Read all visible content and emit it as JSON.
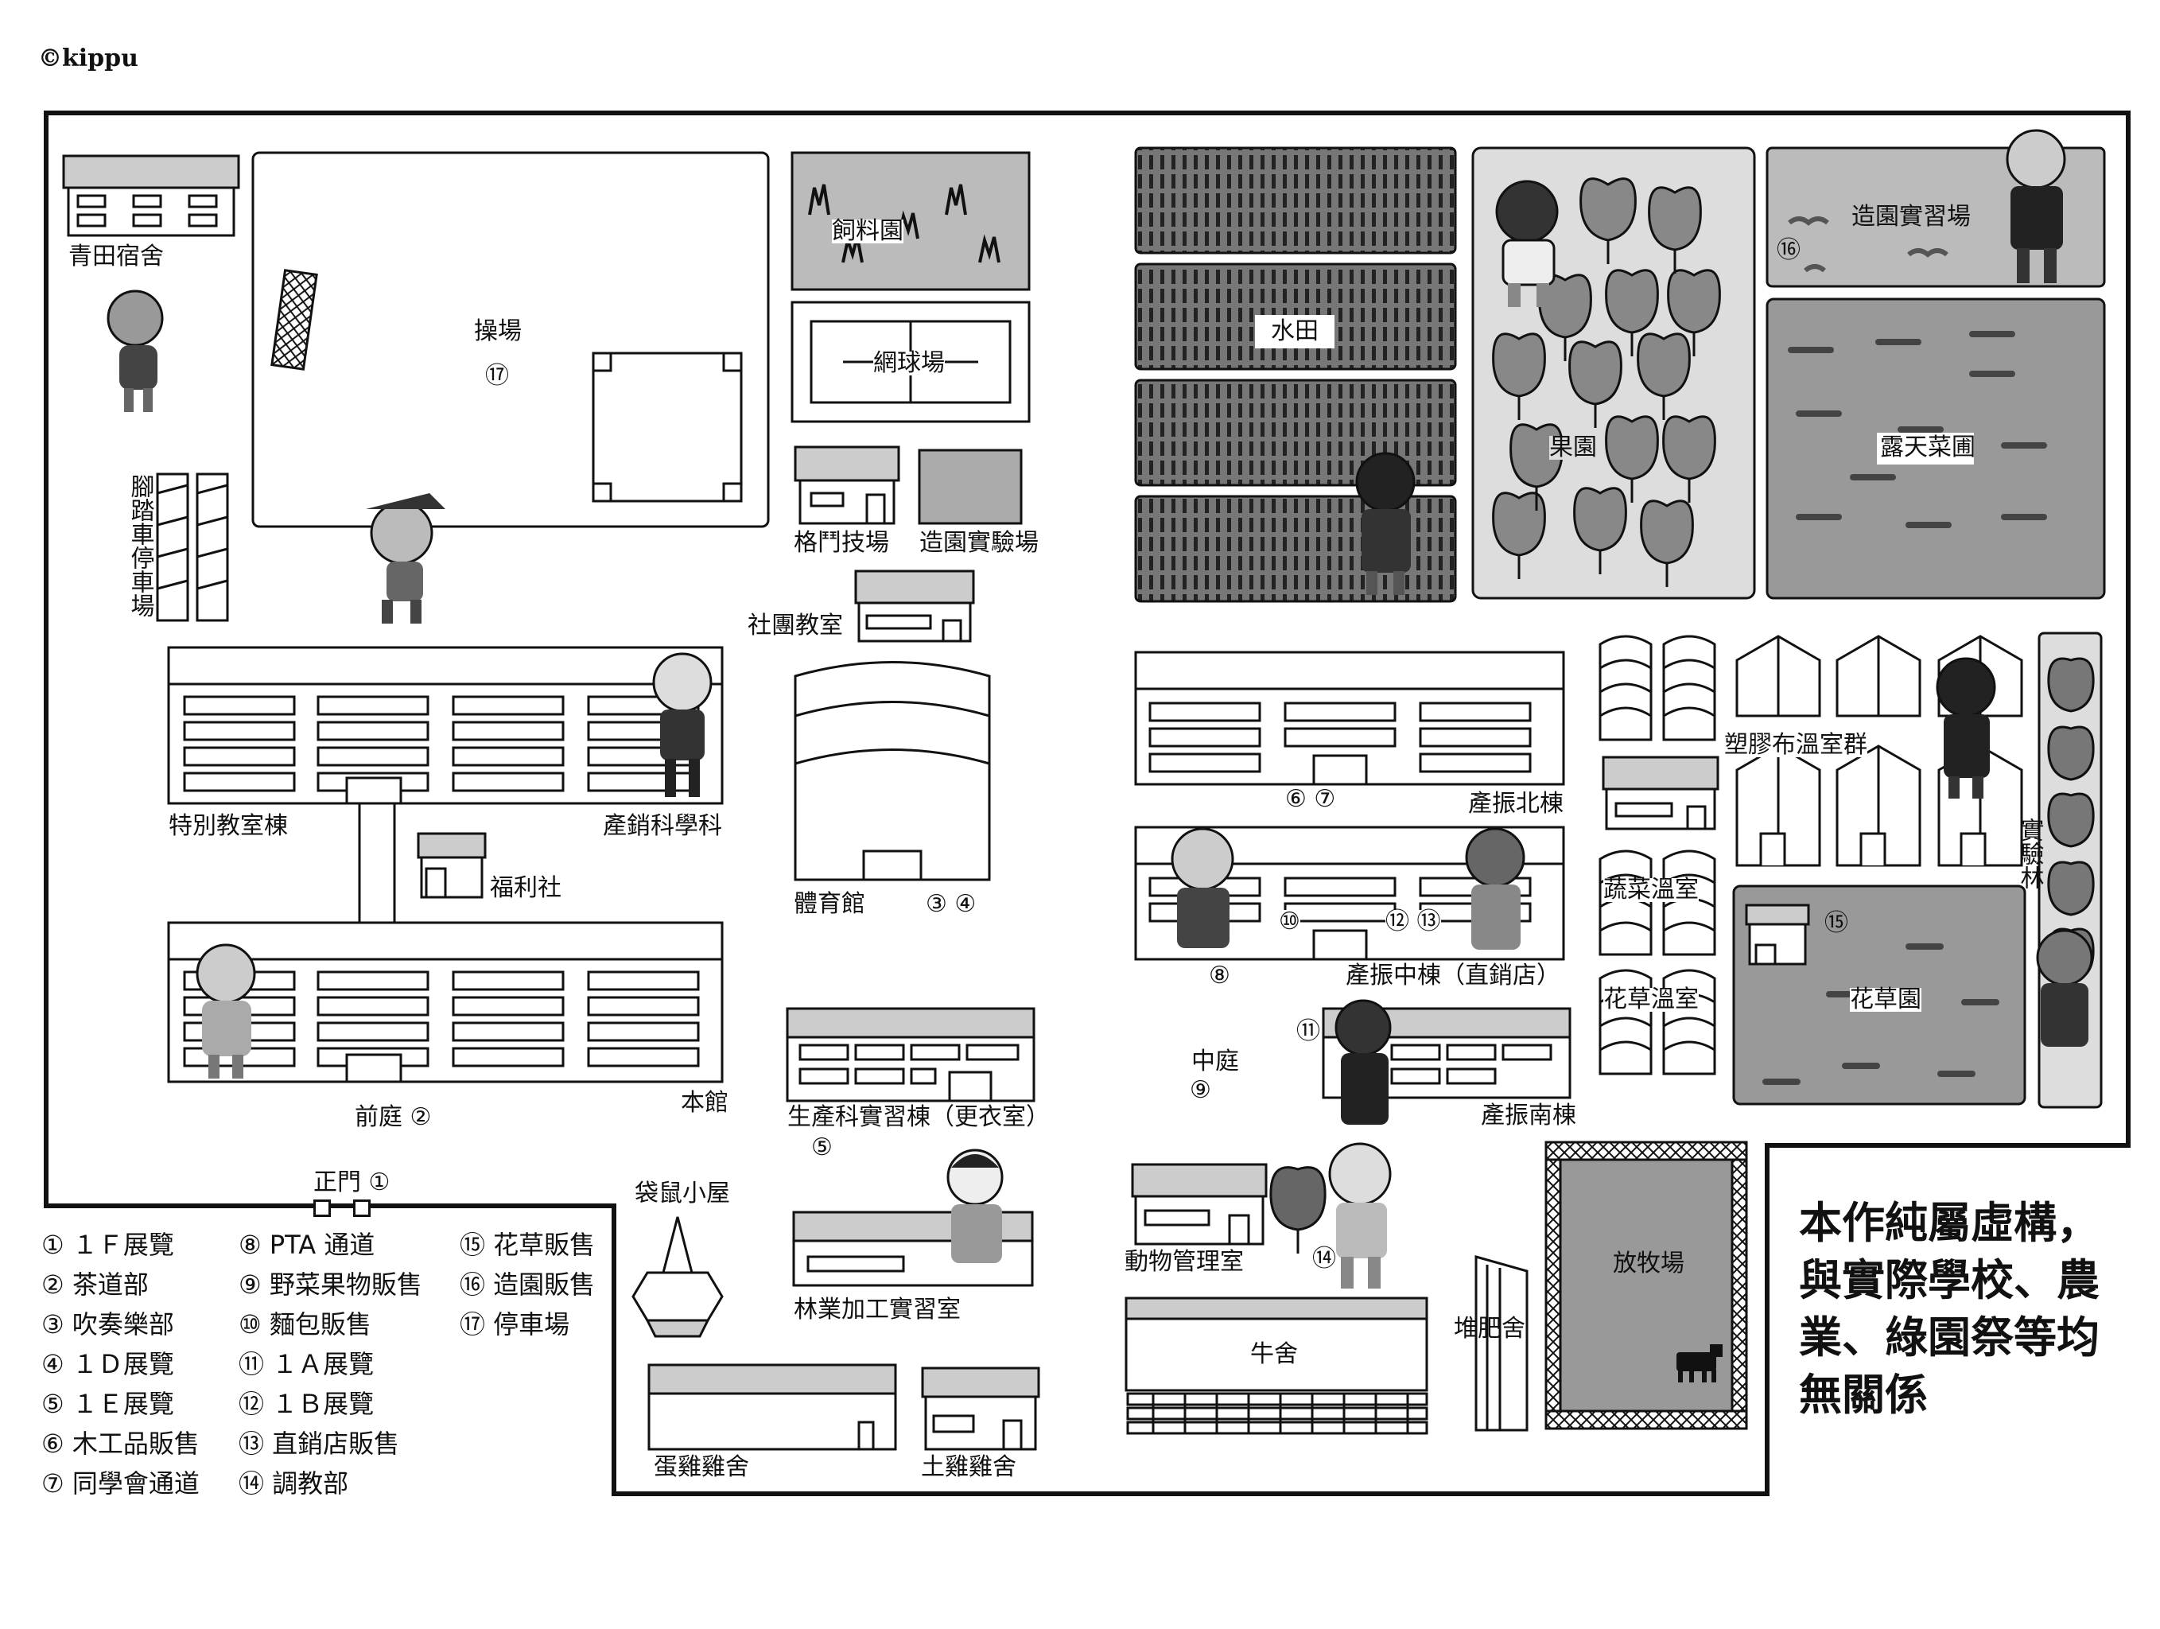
{
  "copyright": "©kippu",
  "disclaimer": {
    "lines": [
      "本作純屬虛構，",
      "與實際學校、農",
      "業、綠園祭等均",
      "無關係"
    ]
  },
  "labels": {
    "dorm": "青田宿舍",
    "playground": "操場",
    "playground_num": "⑰",
    "bike_parking": "腳踏車停車場",
    "feed_garden": "飼料園",
    "tennis": "網球場",
    "martial": "格鬥技場",
    "landscape_lab": "造園實驗場",
    "club_room": "社團教室",
    "special_bldg": "特別教室棟",
    "marketing": "產銷科學科",
    "store": "福利社",
    "gym": "體育館",
    "gym_nums": "③ ④",
    "main_bldg": "本館",
    "front_yard": "前庭 ②",
    "gate": "正門 ①",
    "practice_bldg": "生產科實習棟（更衣室）",
    "practice_num": "⑤",
    "kangaroo": "袋鼠小屋",
    "forestry": "林業加工實習室",
    "egg_coop": "蛋雞雞舍",
    "native_coop": "土雞雞舍",
    "paddy": "水田",
    "orchard": "果園",
    "landscape_practice": "造園實習場",
    "landscape_num": "⑯",
    "open_field": "露天菜圃",
    "north_bldg": "產振北棟",
    "north_nums": "⑥ ⑦",
    "mid_bldg": "產振中棟（直銷店）",
    "mid_num8": "⑧",
    "mid_num10": "⑩",
    "mid_num12": "⑫ ⑬",
    "courtyard": "中庭",
    "courtyard_num": "⑨",
    "south_bldg": "產振南棟",
    "south_num": "⑪",
    "plastic_gh": "塑膠布溫室群",
    "veg_gh": "蔬菜溫室",
    "flower_gh": "花草溫室",
    "exp_forest": "實驗林",
    "flower_garden": "花草園",
    "flower_num": "⑮",
    "animal_mgmt": "動物管理室",
    "animal_num": "⑭",
    "barn": "牛舍",
    "compost": "堆肥舍",
    "pasture": "放牧場"
  },
  "legend": {
    "col1": [
      "① １Ｆ展覽",
      "② 茶道部",
      "③ 吹奏樂部",
      "④ １Ｄ展覽",
      "⑤ １Ｅ展覽",
      "⑥ 木工品販售",
      "⑦ 同學會通道"
    ],
    "col2": [
      "⑧ PTA 通道",
      "⑨ 野菜果物販售",
      "⑩ 麵包販售",
      "⑪ １Ａ展覽",
      "⑫ １Ｂ展覽",
      "⑬ 直銷店販售",
      "⑭ 調教部"
    ],
    "col3": [
      "⑮ 花草販售",
      "⑯ 造園販售",
      "⑰ 停車場"
    ]
  }
}
